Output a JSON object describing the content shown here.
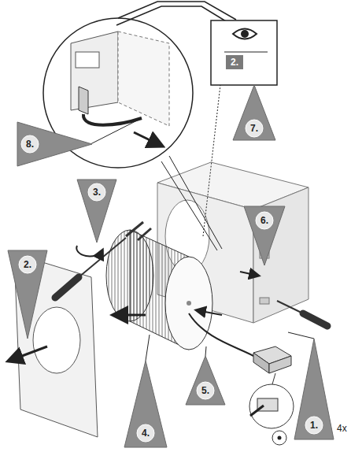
{
  "diagram": {
    "nodes": [
      {
        "text": [
          "2."
        ]
      },
      {
        "text": [
          "7."
        ]
      },
      {
        "text": [
          "8."
        ]
      },
      {
        "text": [
          "3."
        ]
      },
      {
        "text": [
          "6."
        ]
      },
      {
        "text": [
          "2."
        ]
      },
      {
        "text": [
          "4."
        ]
      },
      {
        "text": [
          "5."
        ]
      },
      {
        "text": [
          "1."
        ]
      }
    ],
    "labels": [
      "4x"
    ]
  }
}
